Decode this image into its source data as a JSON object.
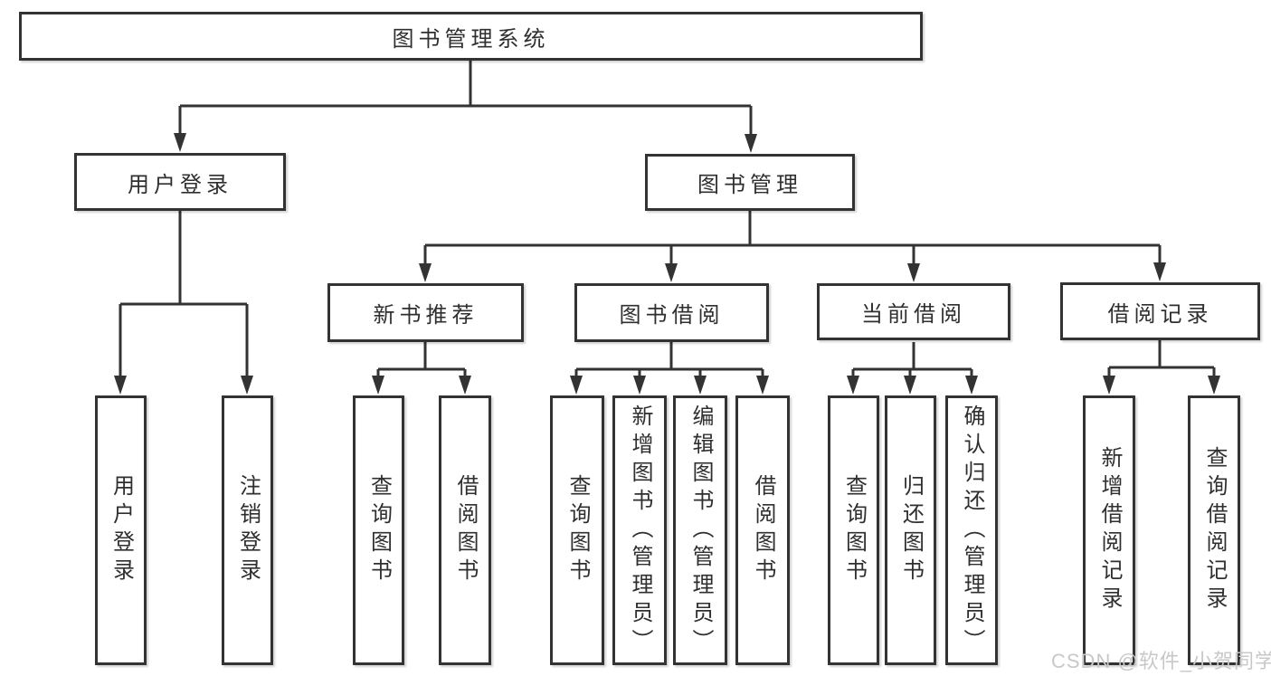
{
  "diagram": {
    "title": "图书管理系统",
    "root": {
      "label": "图书管理系统"
    },
    "level2": [
      {
        "label": "用户登录"
      },
      {
        "label": "图书管理"
      }
    ],
    "level3": [
      {
        "label": "新书推荐",
        "parent": "图书管理"
      },
      {
        "label": "图书借阅",
        "parent": "图书管理"
      },
      {
        "label": "当前借阅",
        "parent": "图书管理"
      },
      {
        "label": "借阅记录",
        "parent": "图书管理"
      }
    ],
    "leaves": [
      {
        "label": "用户登录",
        "parent": "用户登录"
      },
      {
        "label": "注销登录",
        "parent": "用户登录"
      },
      {
        "label": "查询图书",
        "parent": "新书推荐"
      },
      {
        "label": "借阅图书",
        "parent": "新书推荐"
      },
      {
        "label": "查询图书",
        "parent": "图书借阅"
      },
      {
        "label": "新增图书（管理员）",
        "parent": "图书借阅"
      },
      {
        "label": "编辑图书（管理员）",
        "parent": "图书借阅"
      },
      {
        "label": "借阅图书",
        "parent": "图书借阅"
      },
      {
        "label": "查询图书",
        "parent": "当前借阅"
      },
      {
        "label": "归还图书",
        "parent": "当前借阅"
      },
      {
        "label": "确认归还（管理员）",
        "parent": "当前借阅"
      },
      {
        "label": "新增借阅记录",
        "parent": "借阅记录"
      },
      {
        "label": "查询借阅记录",
        "parent": "借阅记录"
      }
    ]
  },
  "watermark": {
    "text": "CSDN @软件_小贺同学"
  },
  "colors": {
    "line": "#333333",
    "border": "#333333",
    "text": "#2f2f2f",
    "background": "#ffffff",
    "watermark": "#c8c8c8"
  }
}
